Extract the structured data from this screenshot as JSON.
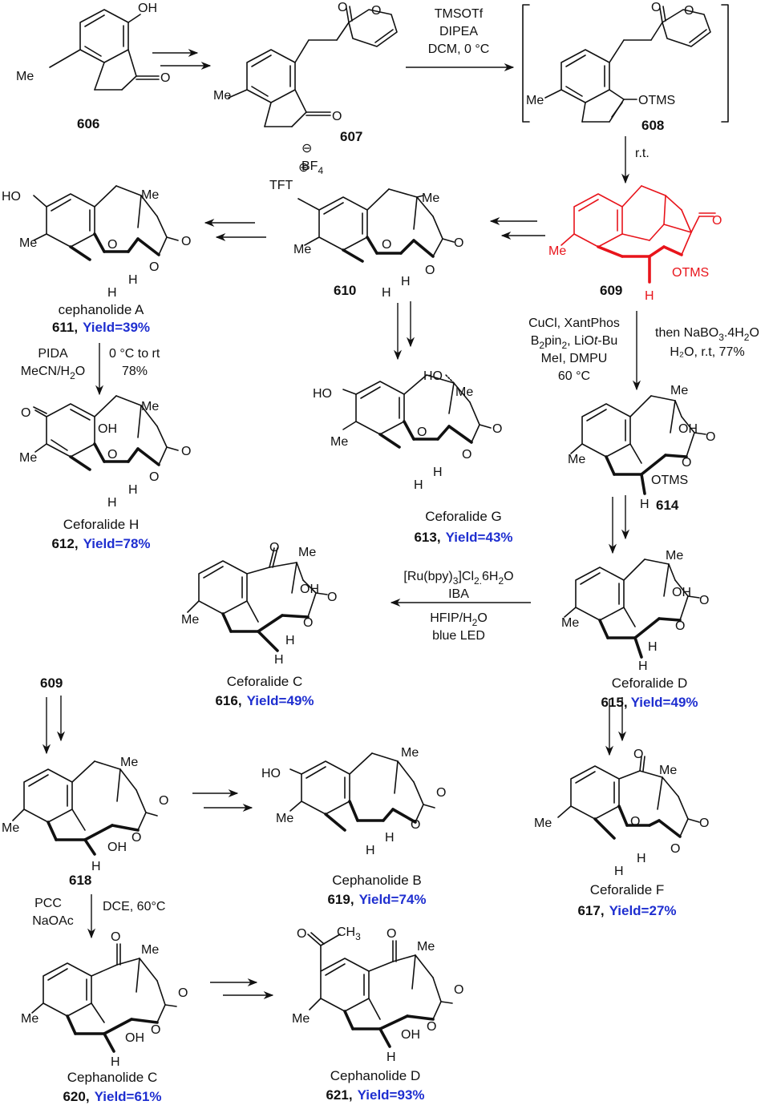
{
  "compounds": {
    "c606": {
      "number": "606",
      "OH": "OH",
      "O": "O",
      "Me": "Me"
    },
    "c607": {
      "number": "607",
      "O_top": "O",
      "O_ring": "O",
      "O": "O",
      "Me": "Me"
    },
    "c608": {
      "number": "608",
      "O_top": "O",
      "O_ring": "O",
      "OTMS": "OTMS",
      "Me": "Me"
    },
    "c609": {
      "number": "609",
      "O": "O",
      "OTMS": "OTMS",
      "Me": "Me",
      "H": "H"
    },
    "c610": {
      "number": "610",
      "TFT": "TFT",
      "BF4": "BF",
      "BF4_sub": "4",
      "Me_top": "Me",
      "Me": "Me",
      "O1": "O",
      "O2": "O",
      "O3": "O",
      "H1": "H",
      "H2": "H"
    },
    "c611": {
      "number": "611,",
      "name": "cephanolide A",
      "yield": "Yield=39%",
      "HO": "HO",
      "Me": "Me",
      "Me_top": "Me",
      "O1": "O",
      "O2": "O",
      "O3": "O",
      "H1": "H",
      "H2": "H"
    },
    "c612": {
      "number": "612,",
      "name": "Ceforalide H",
      "yield": "Yield=78%",
      "O_keto": "O",
      "OH": "OH",
      "Me": "Me",
      "Me_top": "Me",
      "O1": "O",
      "O2": "O",
      "O3": "O",
      "H1": "H",
      "H2": "H"
    },
    "c613": {
      "number": "613,",
      "name": "Ceforalide G",
      "yield": "Yield=43%",
      "HO": "HO",
      "HO_top": "HO",
      "Me": "Me",
      "Me_top": "Me",
      "O1": "O",
      "O2": "O",
      "O3": "O",
      "H1": "H",
      "H2": "H"
    },
    "c614": {
      "number": "614",
      "Me": "Me",
      "Me_top": "Me",
      "OH": "OH",
      "OTMS": "OTMS",
      "O1": "O",
      "O2": "O",
      "H": "H"
    },
    "c615": {
      "number": "615,",
      "name": "Ceforalide D",
      "yield": "Yield=49%",
      "Me": "Me",
      "Me_top": "Me",
      "OH": "OH",
      "O1": "O",
      "O2": "O",
      "H1": "H",
      "H2": "H"
    },
    "c616": {
      "number": "616,",
      "name": "Ceforalide C",
      "yield": "Yield=49%",
      "Me": "Me",
      "Me_top": "Me",
      "OH": "OH",
      "O_keto": "O",
      "O1": "O",
      "O2": "O",
      "H1": "H",
      "H2": "H"
    },
    "c617": {
      "number": "617,",
      "name": "Ceforalide F",
      "yield": "Yield=27%",
      "Me": "Me",
      "Me_top": "Me",
      "O_keto": "O",
      "O1": "O",
      "O2": "O",
      "O3": "O",
      "H1": "H",
      "H2": "H"
    },
    "c618": {
      "number": "618",
      "Me": "Me",
      "Me_top": "Me",
      "OH": "OH",
      "O1": "O",
      "O2": "O",
      "H": "H"
    },
    "c619": {
      "number": "619,",
      "name": "Cephanolide B",
      "yield": "Yield=74%",
      "HO": "HO",
      "Me": "Me",
      "Me_top": "Me",
      "O1": "O",
      "O2": "O",
      "H1": "H",
      "H2": "H"
    },
    "c620": {
      "number": "620,",
      "name": "Cephanolide C",
      "yield": "Yield=61%",
      "Me": "Me",
      "Me_top": "Me",
      "OH": "OH",
      "O_keto": "O",
      "O1": "O",
      "O2": "O",
      "H": "H"
    },
    "c621": {
      "number": "621,",
      "name": "Cephanolide D",
      "yield": "Yield=93%",
      "Me": "Me",
      "Me_top": "Me",
      "OH": "OH",
      "O_keto": "O",
      "O_acetyl": "O",
      "CH3": "CH",
      "CH3_sub": "3",
      "O1": "O",
      "O2": "O",
      "H": "H"
    },
    "c609b": {
      "number": "609"
    }
  },
  "conditions": {
    "step_607_608": {
      "line1": "TMSOTf",
      "line2": "DIPEA",
      "line3": "DCM, 0 °C"
    },
    "step_608_609": {
      "line1": "r.t."
    },
    "step_609_614": {
      "left1": "CuCl, XantPhos",
      "left2_a": "B",
      "left2_sub1": "2",
      "left2_b": "pin",
      "left2_sub2": "2",
      "left2_c": ", LiO",
      "left2_it": "t",
      "left2_d": "-Bu",
      "left3": "MeI, DMPU",
      "left4": "60 °C",
      "right1_a": "then NaBO",
      "right1_sub": "3",
      "right1_b": ".4H",
      "right1_sub2": "2",
      "right1_c": "O",
      "right2": "H₂O, r.t, 77%"
    },
    "step_611_612": {
      "left1": "PIDA",
      "left2_a": "MeCN/H",
      "left2_sub": "2",
      "left2_b": "O",
      "right1": "0 °C to rt",
      "right2": "78%"
    },
    "step_615_616": {
      "line1_a": "[Ru(bpy)",
      "line1_sub1": "3",
      "line1_b": "]Cl",
      "line1_sub2": "2.",
      "line1_c": "6H",
      "line1_sub3": "2",
      "line1_d": "O",
      "line2": "IBA",
      "line3_a": "HFIP/H",
      "line3_sub": "2",
      "line3_b": "O",
      "line4": "blue LED"
    },
    "step_618_620": {
      "left1": "PCC",
      "left2": "NaOAc",
      "right1": "DCE, 60°C"
    }
  }
}
